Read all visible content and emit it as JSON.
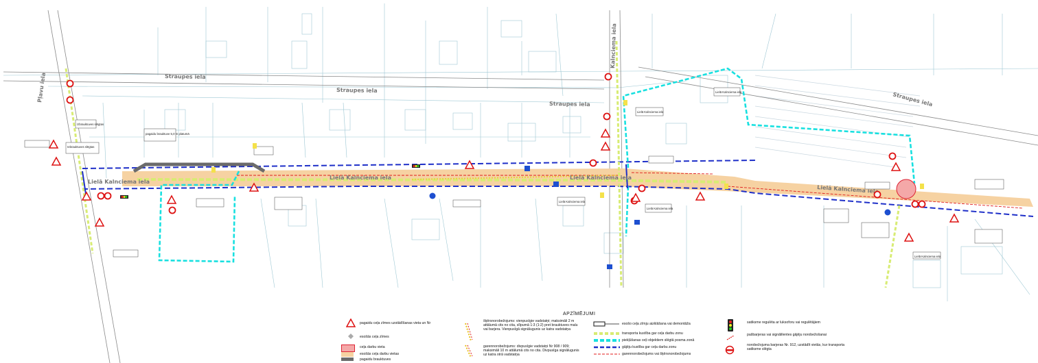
{
  "map": {
    "road_labels": {
      "straupe_road": "Straupes iela",
      "straupe_center": "Straupes iela",
      "straupe_right": "Straupes iela",
      "straupe_far": "Straupes iela",
      "main_left": "Lielā Kalnciema iela",
      "main_mid": "Lielā Kalnciema iela",
      "main_center": "Lielā Kalnciema iela",
      "main_right": "Lielā Kalnciema iela",
      "side_road": "Pļavu iela",
      "cross_road": "Kalnciema iela"
    },
    "callouts": [
      "Izbrauktuves slēgtas",
      "Iebrauktuves slēgtas",
      "pagaidu brauktuve 5,0 m platumā",
      "Lielā Kalnciema iela",
      "Lielā Kalnciema iela",
      "Lielā Kalnciema iela",
      "Lielā Kalnciema iela",
      "Lielā Kalnciema iela"
    ]
  },
  "legend": {
    "title": "APZĪMĒJUMI",
    "items": {
      "work_zone_sign": "pagaidu ceļa zīmes uzstādīšanas vieta un Nr",
      "existing_sign": "esošās ceļa zīmes",
      "work_site": "ceļa darbu vieta",
      "existing_work_sites": "esošās ceļa darbu vietas",
      "temporary_roadway": "pagaidu brauktuves",
      "reflective_barrier": "šķērsnorobežojums: vienpusīgie vadstatņi; maksimāli 2 m attālumā cits no cita, slīpumā 1:3 (1:2) pret brauktuves malu vai barjera. Vienpusīgā signālugunis uz katra vadstatņa",
      "longitudinal_barrier": "garennorobežojums: divpusīgie vadstatņi Nr 908 / 909; maksimāli 10 m attālumā cits no cita. Divpusīga signālugunis uz katra otrā vadstatņa",
      "existing_sign_cover": "esošo ceļa zīmju aizklāšana vai demontāža",
      "traffic_path": "transporta kustība gar ceļa darbu zonu",
      "access_road": "piekļūšanas ceļi objektiem slēgtā posma zonā",
      "pedestrian_path": "gājēju kustība gar ceļa darbu zonu",
      "barrier_line": "garennorobežojums vai šķērsnorobežojums",
      "traffic_light": "satiksme regulēta ar luksoforu vai regulētājiem",
      "barriers_signal": "pašbarjeras vai signālilentes gājēju norobežošanai",
      "closure_barrier": "norobežojuma barjeras Nr. 912, uzstādīt vietās, kur transporta satiksme slēgta"
    }
  },
  "colors": {
    "work_zone": "#f6d2a2",
    "traffic_path": "#d8ec74",
    "access_road": "#18e0e0",
    "pedestrian": "#1d2ec8",
    "barrier_line": "#e01a1a",
    "temporary_roadway": "#6b6b6b"
  }
}
